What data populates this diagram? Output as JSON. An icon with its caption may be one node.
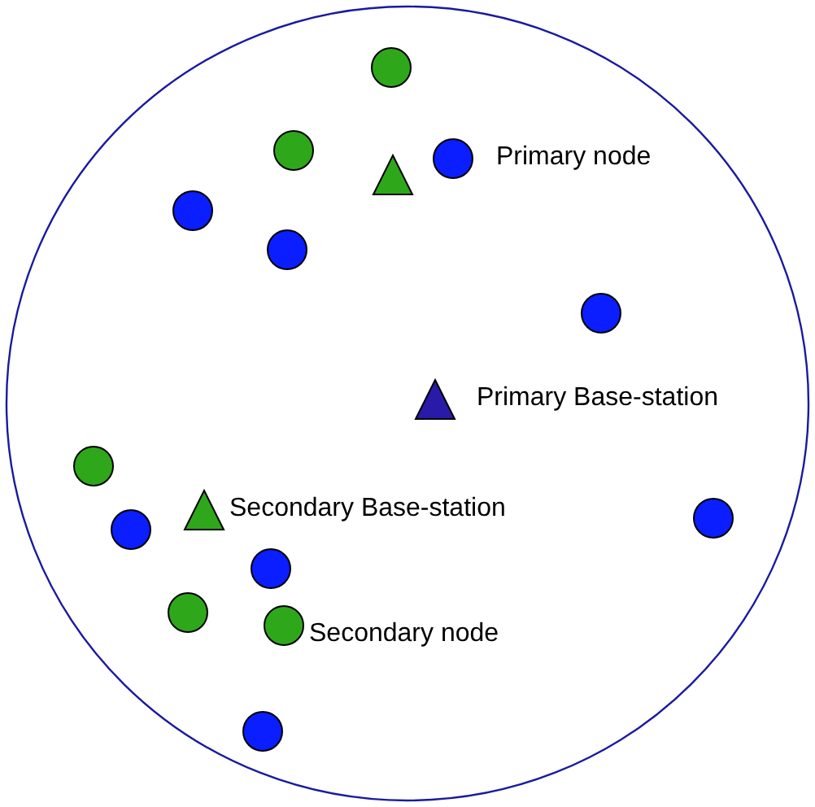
{
  "diagram": {
    "nodes": [
      {
        "text": [],
        "shape": "circle"
      },
      {
        "text": [],
        "shape": "circle",
        "in": 0
      },
      {
        "text": [],
        "shape": "circle",
        "in": 0
      },
      {
        "text": [],
        "shape": "triangle",
        "in": 0
      },
      {
        "text": [],
        "shape": "circle",
        "in": 0,
        "beside": [
          "Primary node"
        ]
      },
      {
        "text": [],
        "shape": "circle",
        "in": 0
      },
      {
        "text": [],
        "shape": "circle",
        "in": 0
      },
      {
        "text": [],
        "shape": "circle",
        "in": 0
      },
      {
        "text": [],
        "shape": "triangle",
        "in": 0,
        "beside": [
          "Primary Base-station"
        ]
      },
      {
        "text": [],
        "shape": "circle",
        "in": 0
      },
      {
        "text": [],
        "shape": "triangle",
        "in": 0,
        "beside": [
          "Secondary Base-station"
        ]
      },
      {
        "text": [],
        "shape": "circle",
        "in": 0
      },
      {
        "text": [],
        "shape": "circle",
        "in": 0
      },
      {
        "text": [],
        "shape": "circle",
        "in": 0
      },
      {
        "text": [],
        "shape": "circle",
        "in": 0
      },
      {
        "text": [],
        "shape": "circle",
        "in": 0,
        "beside": [
          "Secondary node"
        ]
      },
      {
        "text": [],
        "shape": "circle",
        "in": 0
      }
    ]
  }
}
